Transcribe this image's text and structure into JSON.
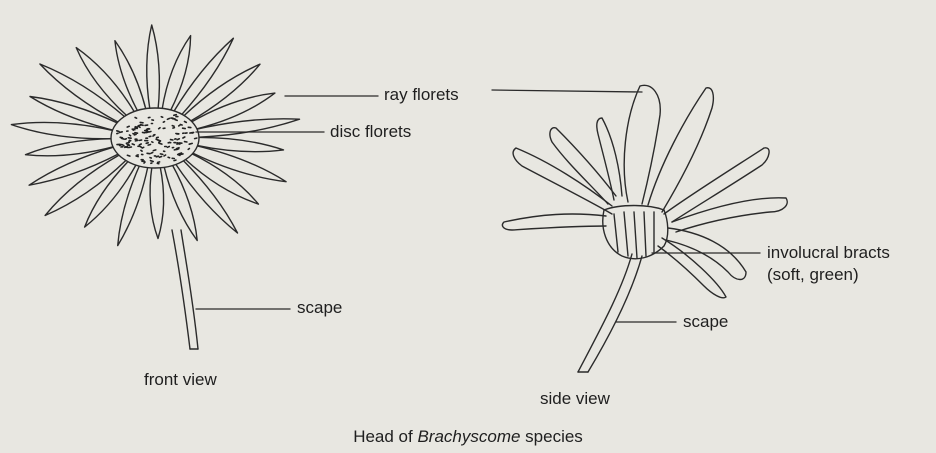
{
  "labels": {
    "ray_florets": "ray florets",
    "disc_florets": "disc florets",
    "scape_front": "scape",
    "front_view": "front view",
    "involucral_bracts": "involucral bracts",
    "bracts_note": "(soft, green)",
    "scape_side": "scape",
    "side_view": "side view"
  },
  "caption": {
    "prefix": "Head of ",
    "genus": "Brachyscome",
    "suffix": " species"
  },
  "colors": {
    "paper": "#e8e7e1",
    "ink": "#2a2a2a"
  }
}
